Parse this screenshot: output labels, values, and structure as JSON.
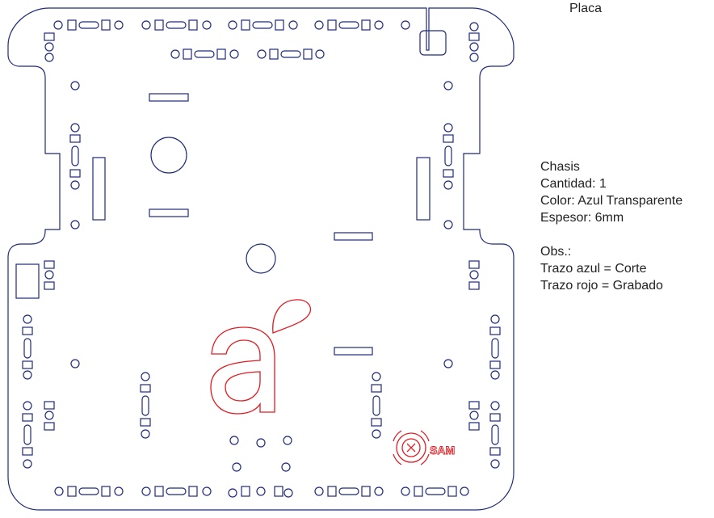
{
  "sheet": {
    "title": "Placa"
  },
  "spec": {
    "piece": "Chasis",
    "quantity": "Cantidad: 1",
    "color": "Color: Azul Transparente",
    "thickness": "Espesor: 6mm"
  },
  "notes": {
    "heading": "Obs.:",
    "cut_legend": "Trazo azul = Corte",
    "engrave_legend": "Trazo rojo = Grabado"
  },
  "logo": {
    "badge_text": "SAM"
  },
  "colors": {
    "cut": "#1f2a7a",
    "engrave": "#e11b22",
    "text": "#222222"
  }
}
